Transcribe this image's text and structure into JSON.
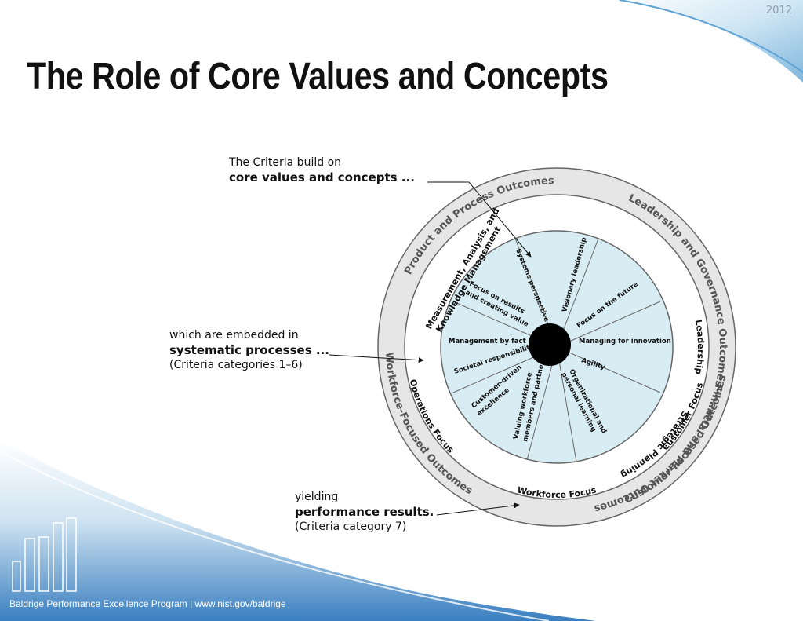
{
  "slide": {
    "year": "2012",
    "title": "The Role of Core Values and Concepts",
    "footer": "Baldrige Performance Excellence Program | www.nist.gov/baldrige"
  },
  "callouts": {
    "top": {
      "line1": "The Criteria build on",
      "line2": "core values and concepts ..."
    },
    "middle": {
      "line1": "which are embedded in",
      "line2": "systematic processes ...",
      "line3": "(Criteria categories 1–6)"
    },
    "bottom": {
      "line1": "yielding",
      "line2": "performance results.",
      "line3": "(Criteria category 7)"
    }
  },
  "diagram": {
    "outer_ring": [
      "Leadership and Governance Outcomes",
      "Financial and Market Outcomes",
      "Workforce-Focused Outcomes",
      "Customer-Focused Outcomes",
      "Product and Process Outcomes"
    ],
    "middle_ring": [
      "Leadership",
      "Strategic Planning",
      "Operations Focus",
      "Workforce Focus",
      "Customer Focus",
      "Measurement, Analysis, and",
      "Knowledge Management"
    ],
    "core_values": [
      "Visionary leadership",
      "Focus on the future",
      "Managing for innovation",
      "Agility",
      "Organizational and",
      "personal learning",
      "Valuing workforce",
      "members and partners",
      "Customer-driven",
      "excellence",
      "Societal responsibility",
      "Management by fact",
      "Focus on results",
      "and creating value",
      "Systems perspective"
    ],
    "colors": {
      "outer_ring": "#e6e6e6",
      "inner_circle": "#d8ecf3",
      "ring_stroke": "#666666",
      "hub": "#000000"
    }
  }
}
